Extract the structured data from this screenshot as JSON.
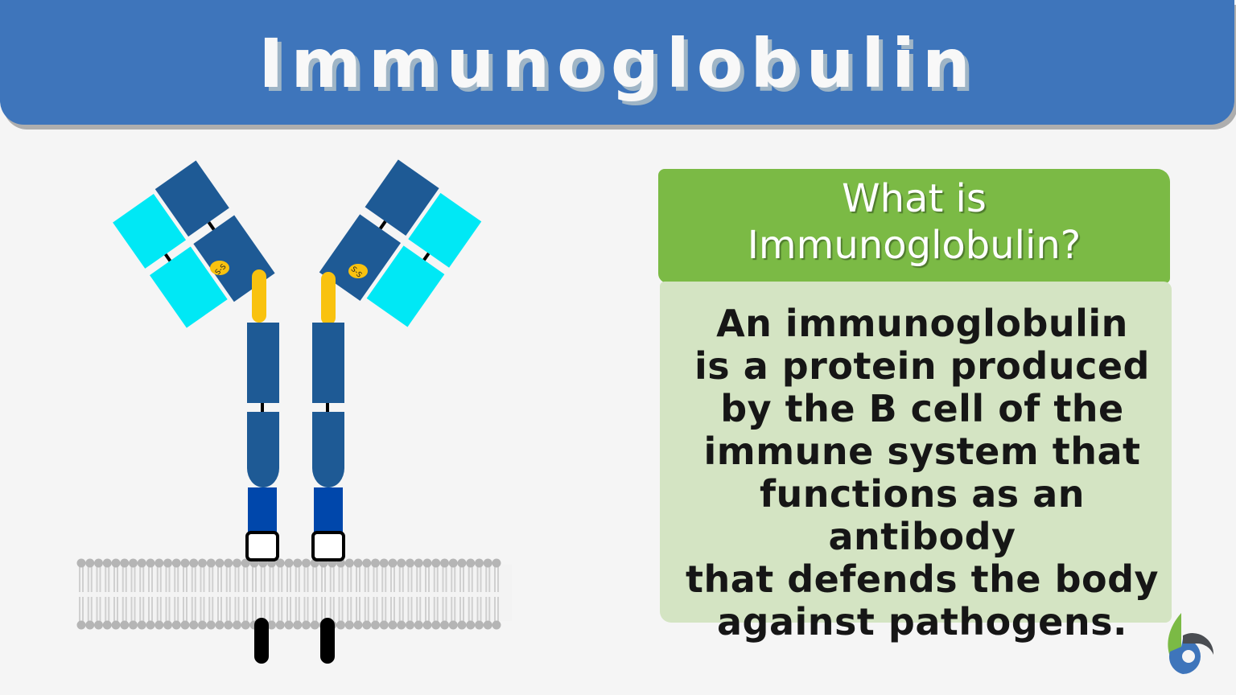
{
  "header": {
    "title": "Immunoglobulin",
    "bg_color": "#3e75bb"
  },
  "diagram": {
    "subject": "antibody-structure",
    "heavy_chain_color": "#1e5a95",
    "light_chain_color": "#00e8f5",
    "hinge_color": "#f9c20f",
    "transmembrane_color": "#0047ab",
    "disulfide_label": "S-S",
    "membrane_color": "#b5b5b5"
  },
  "question": {
    "line1": "What is",
    "line2": "Immunoglobulin?",
    "bg_color": "#7bba45"
  },
  "definition": {
    "lines": [
      "An immunoglobulin",
      "is a protein produced",
      "by the B cell of the",
      "immune system that",
      "functions as an antibody",
      "that defends the body",
      "against pathogens."
    ],
    "bg_color": "#d4e4c3"
  },
  "logo": {
    "name": "brand-logo"
  }
}
